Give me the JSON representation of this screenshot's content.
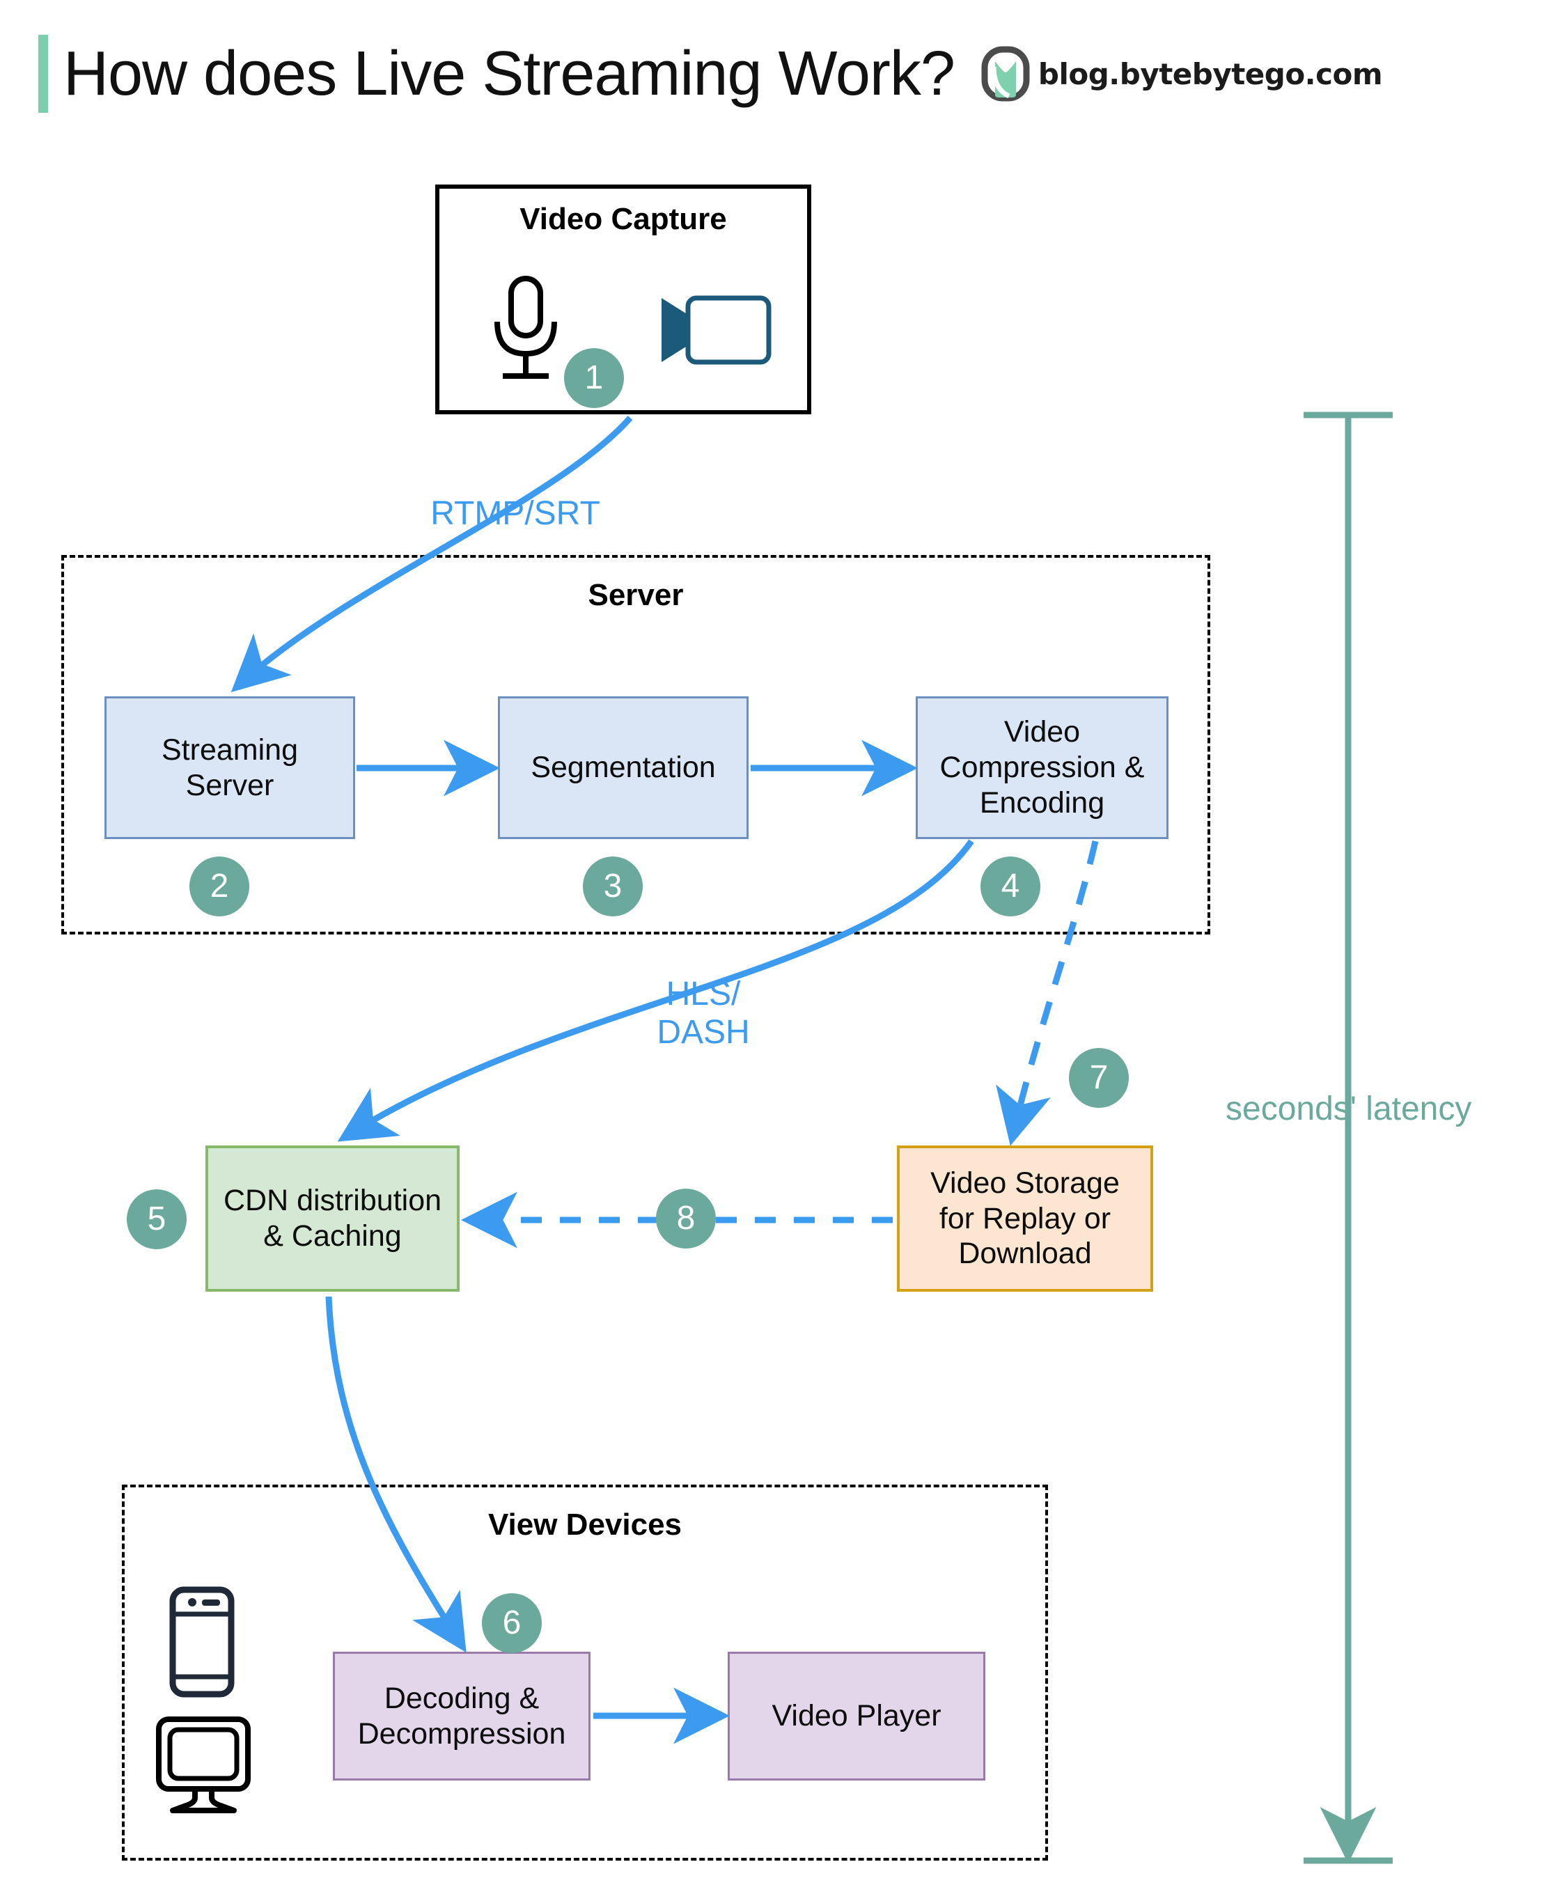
{
  "header": {
    "title": "How does Live Streaming Work?",
    "brand_text": "blog.bytebytego.com",
    "accent_color": "#7ccfae",
    "logo_icon": "bytebytego-logo-icon"
  },
  "colors": {
    "flow_blue": "#3d9bef",
    "badge_green": "#6aa99b",
    "box_blue_fill": "#dae5f5",
    "box_blue_border": "#6d8fbf",
    "box_green_fill": "#d5e8d4",
    "box_green_border": "#86b96a",
    "box_orange_fill": "#fce6d1",
    "box_orange_border": "#d3a017",
    "box_purple_fill": "#e3d6ea",
    "box_purple_border": "#9a79ab",
    "group_border": "#000000"
  },
  "groups": {
    "video_capture": {
      "title": "Video Capture"
    },
    "server": {
      "title": "Server"
    },
    "view_devices": {
      "title": "View Devices"
    }
  },
  "capture_icons": {
    "microphone": "microphone-icon",
    "camcorder": "video-camera-icon"
  },
  "device_icons": {
    "phone": "smartphone-icon",
    "monitor": "desktop-monitor-icon"
  },
  "nodes": {
    "streaming_server": {
      "label": "Streaming\nServer",
      "step": "2"
    },
    "segmentation": {
      "label": "Segmentation",
      "step": "3"
    },
    "video_compression": {
      "label": "Video\nCompression &\nEncoding",
      "step": "4"
    },
    "cdn": {
      "label": "CDN distribution\n& Caching",
      "step": "5"
    },
    "video_storage": {
      "label": "Video Storage\nfor Replay or\nDownload",
      "step": "7"
    },
    "decoding": {
      "label": "Decoding &\nDecompression",
      "step": "6"
    },
    "video_player": {
      "label": "Video Player"
    },
    "capture": {
      "step": "1"
    },
    "storage_to_cdn": {
      "step": "8"
    }
  },
  "edges": {
    "capture_to_server": {
      "label": "RTMP/SRT"
    },
    "encoding_to_cdn": {
      "label": "HLS/\nDASH"
    }
  },
  "latency": {
    "label": "seconds' latency"
  }
}
